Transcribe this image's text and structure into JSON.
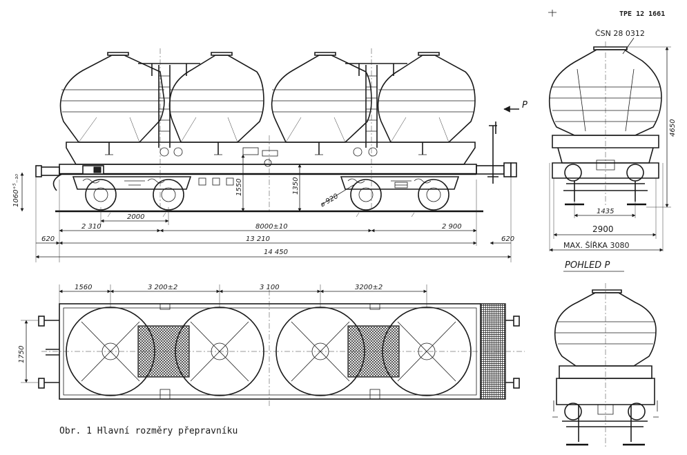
{
  "document": {
    "drawing_number": "TPE 12 1661",
    "standard_ref": "ČSN 28 0312",
    "caption": "Obr. 1 Hlavní rozměry přepravníku",
    "view_label": "POHLED P",
    "view_arrow": "P"
  },
  "dimensions": {
    "side_view": {
      "wheelbase_bogie": "2000",
      "bogie_centers": "8000±10",
      "overhang_left": "2 310",
      "overhang_right": "2 900",
      "over_frame": "13 210",
      "buffer_left": "620",
      "buffer_right": "620",
      "over_buffers": "14 450",
      "frame_height": "1550",
      "buffer_height": "1350",
      "buffer_centre": "1060⁺⁵₋₁₀",
      "wheel_diameter": "⌀ 920"
    },
    "end_view": {
      "height": "4650",
      "track_gauge": "1435",
      "width": "2900",
      "max_width": "MAX. ŠÍŘKA  3080"
    },
    "plan_view": {
      "end_offset": "1560",
      "hopper_pitch_1": "3 200±2",
      "hopper_pitch_2": "3 100",
      "hopper_pitch_3": "3200±2",
      "buffer_spacing": "1750"
    }
  }
}
